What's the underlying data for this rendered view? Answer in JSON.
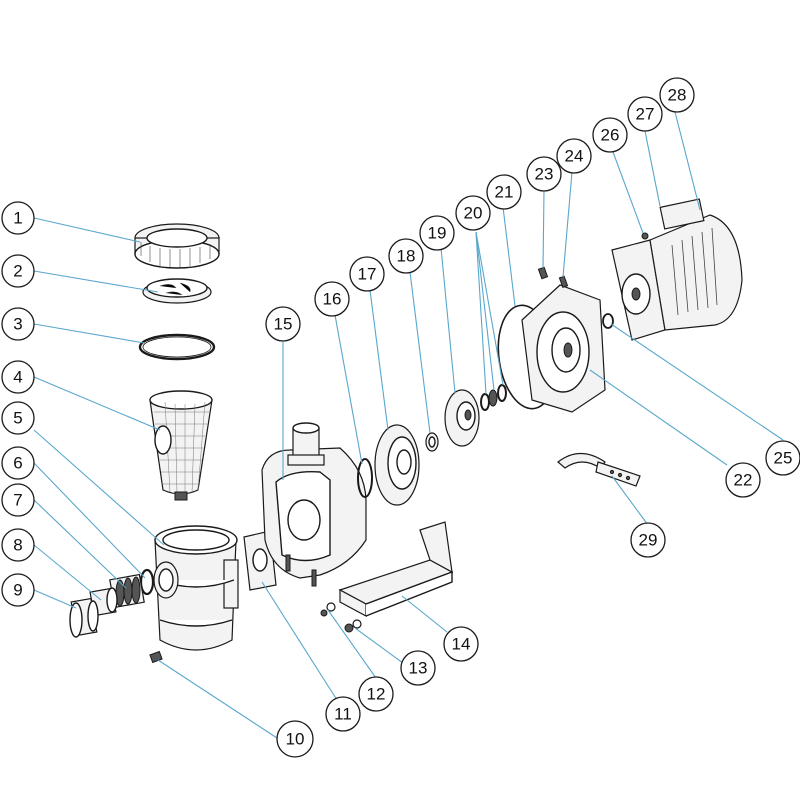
{
  "diagram": {
    "type": "exploded-parts-view",
    "callouts": [
      {
        "id": "1",
        "label": "1"
      },
      {
        "id": "2",
        "label": "2"
      },
      {
        "id": "3",
        "label": "3"
      },
      {
        "id": "4",
        "label": "4"
      },
      {
        "id": "5",
        "label": "5"
      },
      {
        "id": "6",
        "label": "6"
      },
      {
        "id": "7",
        "label": "7"
      },
      {
        "id": "8",
        "label": "8"
      },
      {
        "id": "9",
        "label": "9"
      },
      {
        "id": "10",
        "label": "10"
      },
      {
        "id": "11",
        "label": "11"
      },
      {
        "id": "12",
        "label": "12"
      },
      {
        "id": "13",
        "label": "13"
      },
      {
        "id": "14",
        "label": "14"
      },
      {
        "id": "15",
        "label": "15"
      },
      {
        "id": "16",
        "label": "16"
      },
      {
        "id": "17",
        "label": "17"
      },
      {
        "id": "18",
        "label": "18"
      },
      {
        "id": "19",
        "label": "19"
      },
      {
        "id": "20",
        "label": "20"
      },
      {
        "id": "21",
        "label": "21"
      },
      {
        "id": "22",
        "label": "22"
      },
      {
        "id": "23",
        "label": "23"
      },
      {
        "id": "24",
        "label": "24"
      },
      {
        "id": "25",
        "label": "25"
      },
      {
        "id": "26",
        "label": "26"
      },
      {
        "id": "27",
        "label": "27"
      },
      {
        "id": "28",
        "label": "28"
      },
      {
        "id": "29",
        "label": "29"
      }
    ]
  }
}
